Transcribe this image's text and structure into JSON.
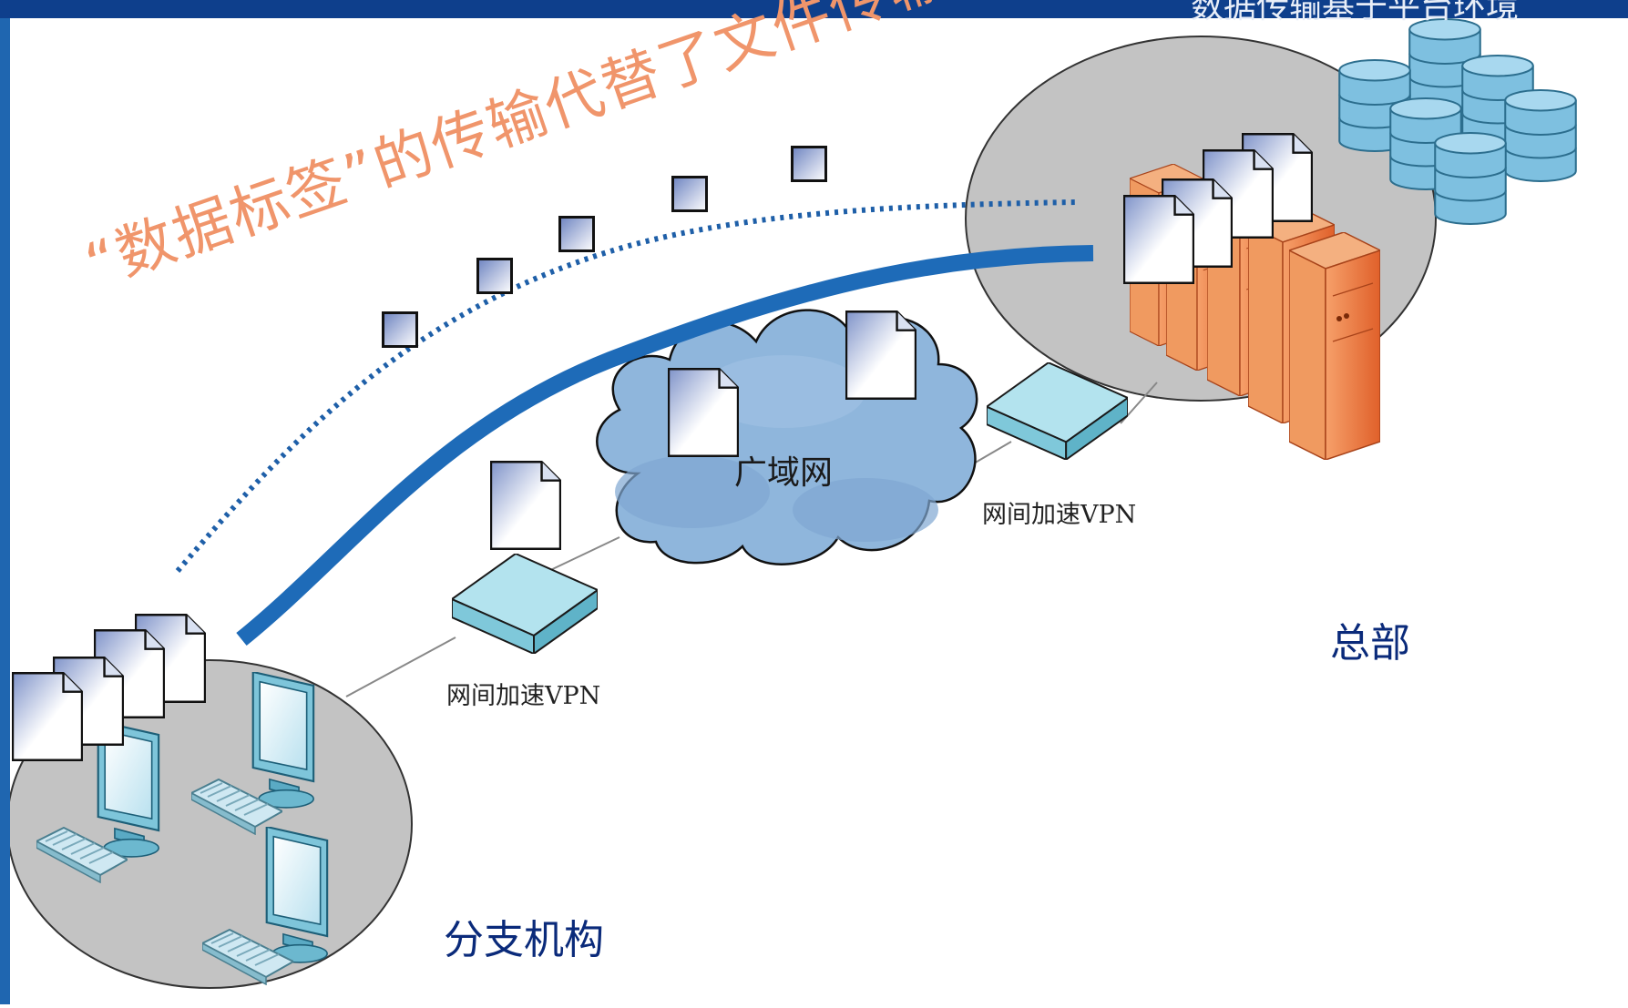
{
  "header": {
    "title_fragment": "数据传输基于平台环境"
  },
  "headline": "“数据标签”的传输代替了文件传输",
  "labels": {
    "wan": "广域网",
    "vpn_branch": "网间加速VPN",
    "vpn_hq": "网间加速VPN",
    "headquarters": "总部",
    "branch": "分支机构"
  },
  "colors": {
    "banner": "#0e3f8c",
    "thick_link": "#1e6bb8",
    "dotted_link": "#1e5fa8",
    "headline": "#f0956b",
    "site_label": "#0a2a7a",
    "server": "#f07a3a",
    "database": "#7ec0e0",
    "cloud": "#8fb6dc"
  },
  "icons": [
    "document-icon",
    "data-tag-icon",
    "server-rack-icon",
    "database-icon",
    "monitor-icon",
    "keyboard-icon",
    "vpn-router-icon",
    "cloud-icon"
  ]
}
